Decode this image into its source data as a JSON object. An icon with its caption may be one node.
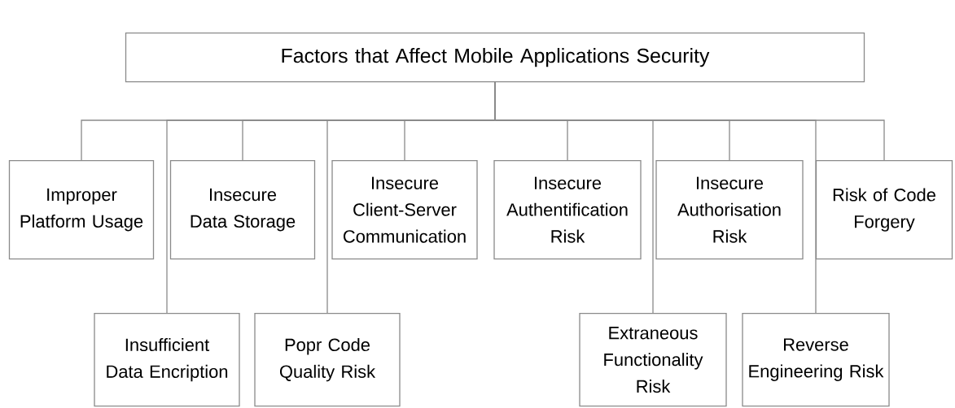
{
  "diagram": {
    "nodes": [
      {
        "text": [
          "Factors that Affect Mobile Applications Security"
        ]
      },
      {
        "text": [
          "Improper Platform Usage"
        ]
      },
      {
        "text": [
          "Insecure Data Storage"
        ]
      },
      {
        "text": [
          "Insecure Client-Server Communication"
        ]
      },
      {
        "text": [
          "Insecure Authentification Risk"
        ]
      },
      {
        "text": [
          "Insecure Authorisation Risk"
        ]
      },
      {
        "text": [
          "Risk of Code Forgery"
        ]
      },
      {
        "text": [
          "Insufficient Data Encription"
        ]
      },
      {
        "text": [
          "Popr Code Quality Risk"
        ]
      },
      {
        "text": [
          "Extraneous Functionality Risk"
        ]
      },
      {
        "text": [
          "Reverse Engineering Risk"
        ]
      }
    ],
    "edges": [
      {
        "from": 0,
        "to": 1,
        "arrow": "none"
      },
      {
        "from": 0,
        "to": 2,
        "arrow": "none"
      },
      {
        "from": 0,
        "to": 3,
        "arrow": "none"
      },
      {
        "from": 0,
        "to": 4,
        "arrow": "none"
      },
      {
        "from": 0,
        "to": 5,
        "arrow": "none"
      },
      {
        "from": 0,
        "to": 6,
        "arrow": "none"
      },
      {
        "from": 0,
        "to": 7,
        "arrow": "none"
      },
      {
        "from": 0,
        "to": 8,
        "arrow": "none"
      },
      {
        "from": 0,
        "to": 9,
        "arrow": "none"
      },
      {
        "from": 0,
        "to": 10,
        "arrow": "none"
      }
    ]
  }
}
